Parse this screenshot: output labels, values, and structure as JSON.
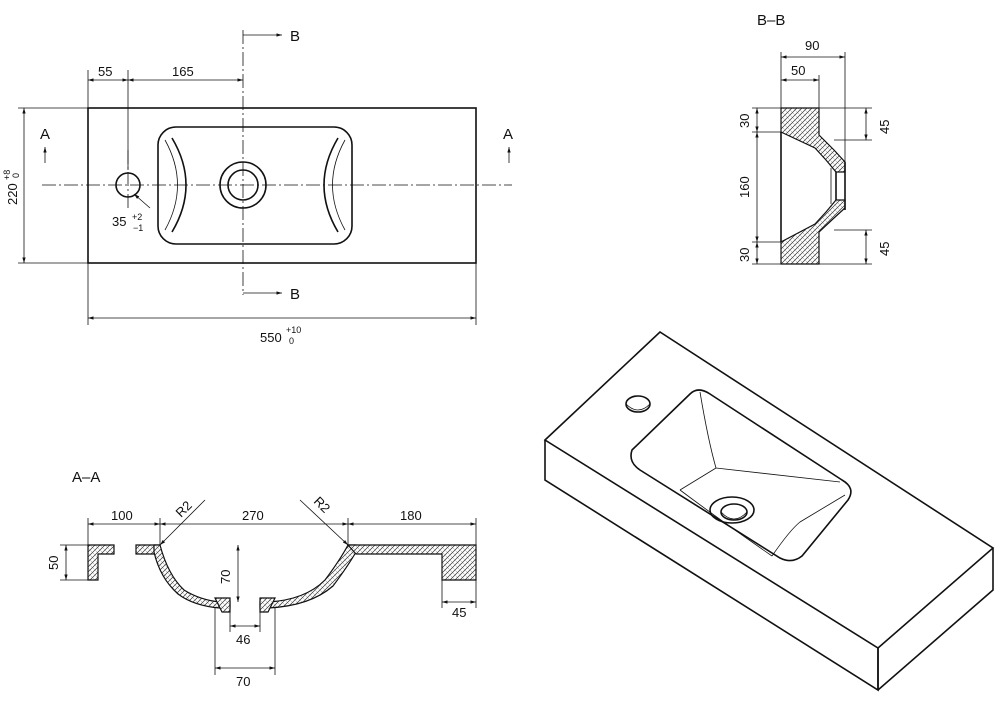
{
  "top_view": {
    "hole_offset_dim": "55",
    "basin_offset_dim": "165",
    "section_label_a": "A",
    "section_label_b": "B",
    "width_dim": "550",
    "width_tol_upper": "+10",
    "width_tol_lower": "0",
    "depth_dim": "220",
    "depth_tol_upper": "+8",
    "depth_tol_lower": "0",
    "hole_dim": "35",
    "hole_tol_upper": "+2",
    "hole_tol_lower": "−1"
  },
  "section_bb": {
    "title": "B–B",
    "dim_90": "90",
    "dim_50": "50",
    "dim_30_top": "30",
    "dim_160": "160",
    "dim_30_bottom": "30",
    "dim_45_top": "45",
    "dim_45_bottom": "45"
  },
  "section_aa": {
    "title": "A–A",
    "dim_100": "100",
    "dim_270": "270",
    "dim_180": "180",
    "radius_left": "R2",
    "radius_right": "R2",
    "dim_50": "50",
    "dim_70_depth": "70",
    "dim_46": "46",
    "dim_70_drain": "70",
    "dim_45": "45"
  }
}
